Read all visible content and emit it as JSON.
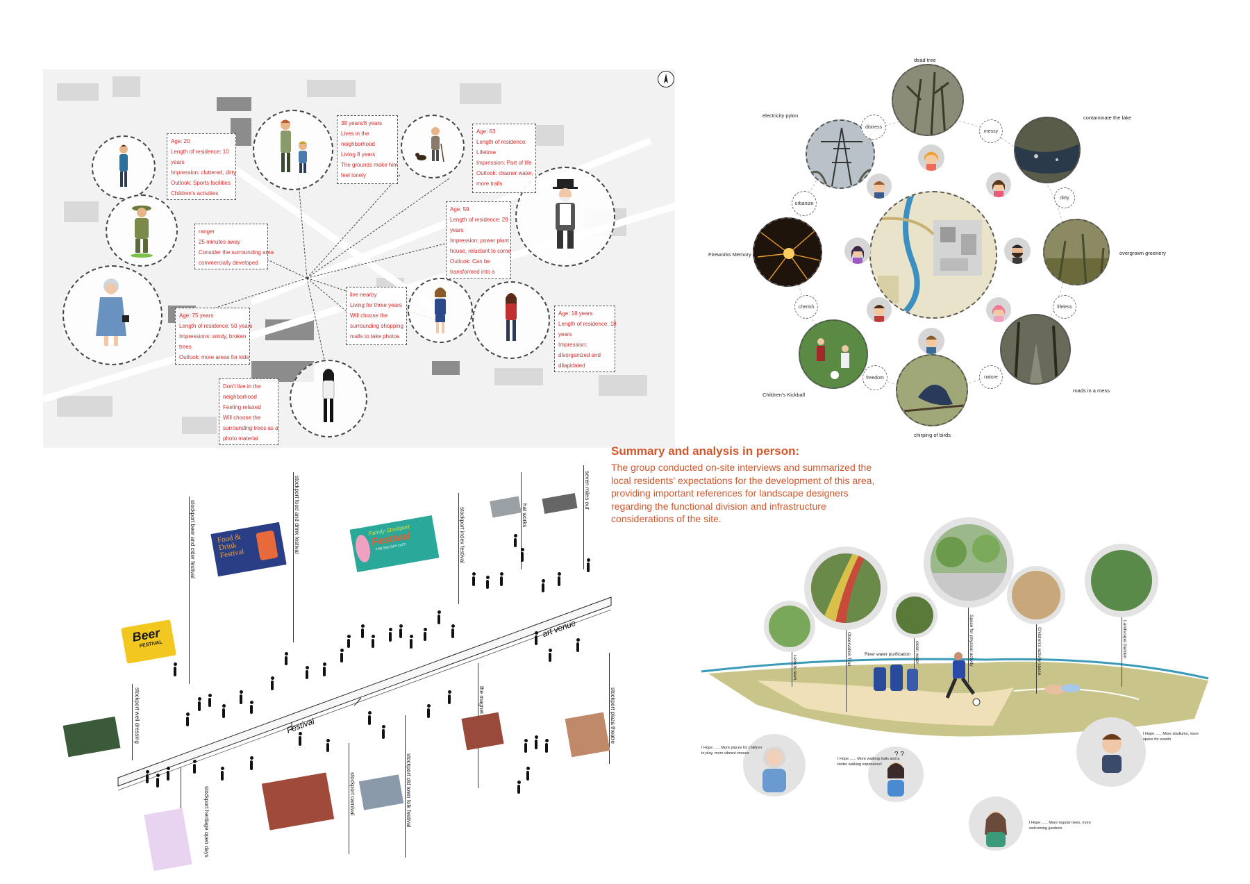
{
  "map": {
    "north_label": "N",
    "personas": [
      {
        "id": "p1",
        "lines": [
          "Age: 20",
          "Length of residence: 10",
          "years",
          "Impression: cluttered, dirty",
          "Outlook: Sports facilities",
          "Children's activities"
        ]
      },
      {
        "id": "p2",
        "lines": [
          "38 years/8 years",
          "Lives in the",
          "neighborhood",
          "Living 8 years",
          "The grounds make him",
          "feel lonely"
        ]
      },
      {
        "id": "p3",
        "lines": [
          "Age: 63",
          "Length of residence:",
          "Lifetime",
          "Impression: Part of life",
          "Outlook: cleaner water,",
          "more trails"
        ]
      },
      {
        "id": "p4",
        "lines": [
          "ranger",
          "25 minutes away",
          "Consider the surrounding area",
          "commercially developed"
        ]
      },
      {
        "id": "p5",
        "lines": [
          "Age: 59",
          "Length of residence: 29",
          "years",
          "Impression: power plant",
          "house, reluctant to come",
          "Outlook: Can be",
          "transformed into a"
        ]
      },
      {
        "id": "p6",
        "lines": [
          "Age: 75 years",
          "Length of residence: 50 years",
          "Impressions: windy, broken",
          "trees",
          "Outlook: more areas for kids"
        ]
      },
      {
        "id": "p7",
        "lines": [
          "live nearby",
          "Living for three years",
          "Will choose the",
          "surrounding shopping",
          "malls to take photos"
        ]
      },
      {
        "id": "p8",
        "lines": [
          "Age: 18 years",
          "Length of residence: 18",
          "years",
          "Impression:",
          "disorganized and",
          "dilapidated"
        ]
      },
      {
        "id": "p9",
        "lines": [
          "Don't live in the",
          "neighborhood",
          "Feeling relaxed",
          "Will choose the",
          "surrounding trees as a",
          "photo material"
        ]
      }
    ]
  },
  "ring": {
    "photos": {
      "dead_tree": "dead tree",
      "electricity_pylon": "electricity pylon",
      "contaminate_the_lake": "contaminate the lake",
      "fireworks_memory": "Fireworks Memory",
      "overgrown_greenery": "overgrown greenery",
      "childrens_kickball": "Children's Kickball",
      "roads_in_a_mess": "roads in a mess",
      "chirping_of_birds": "chirping of birds"
    },
    "words": {
      "distress": "distress",
      "messy": "messy",
      "urbanize": "urbanize",
      "dirty": "dirty",
      "cherish": "cherish",
      "lifeless": "lifeless",
      "freedom": "freedom",
      "nature": "nature"
    }
  },
  "summary": {
    "title": "Summary and analysis in person:",
    "body": "The group conducted on-site interviews and summarized the local residents' expectations for the development of this area, providing important references for landscape designers regarding the functional division and infrastructure considerations of the site."
  },
  "festival": {
    "path_labels": {
      "festival": "Festival",
      "art_venue": "art venue"
    },
    "events": [
      "stockport well dressing",
      "stockport beer and cider festival",
      "stockport food and drink festival",
      "stockport index festival",
      "hat works",
      "seven miles out",
      "stockport heritage open days",
      "stockport carnival",
      "stockport old town folk festival",
      "the magnet freehouse",
      "stockport plaza theatre"
    ],
    "posters": {
      "beer": "Beer",
      "beer_sub": "FESTIVAL",
      "food_1": "Food &",
      "food_2": "Drink",
      "food_3": "Festival",
      "family_1": "Family Stockport",
      "family_2": "Festival",
      "family_3": "THE BIG DAY OUT!"
    }
  },
  "amenities": {
    "labels": [
      "Leisure lawn",
      "Observation Trail",
      "River water purification",
      "clean water",
      "Space for physical activity",
      "Children's activity space",
      "Landscape Garden"
    ],
    "hopes": [
      "I Hope ...... More places for children to play, more vibrant venues",
      "I Hope ...... More walking trails and a better walking experience!",
      "I Hope ...... More regular trees, more welcoming gardens",
      "I Hope ...... More stadiums, more space for events"
    ]
  }
}
